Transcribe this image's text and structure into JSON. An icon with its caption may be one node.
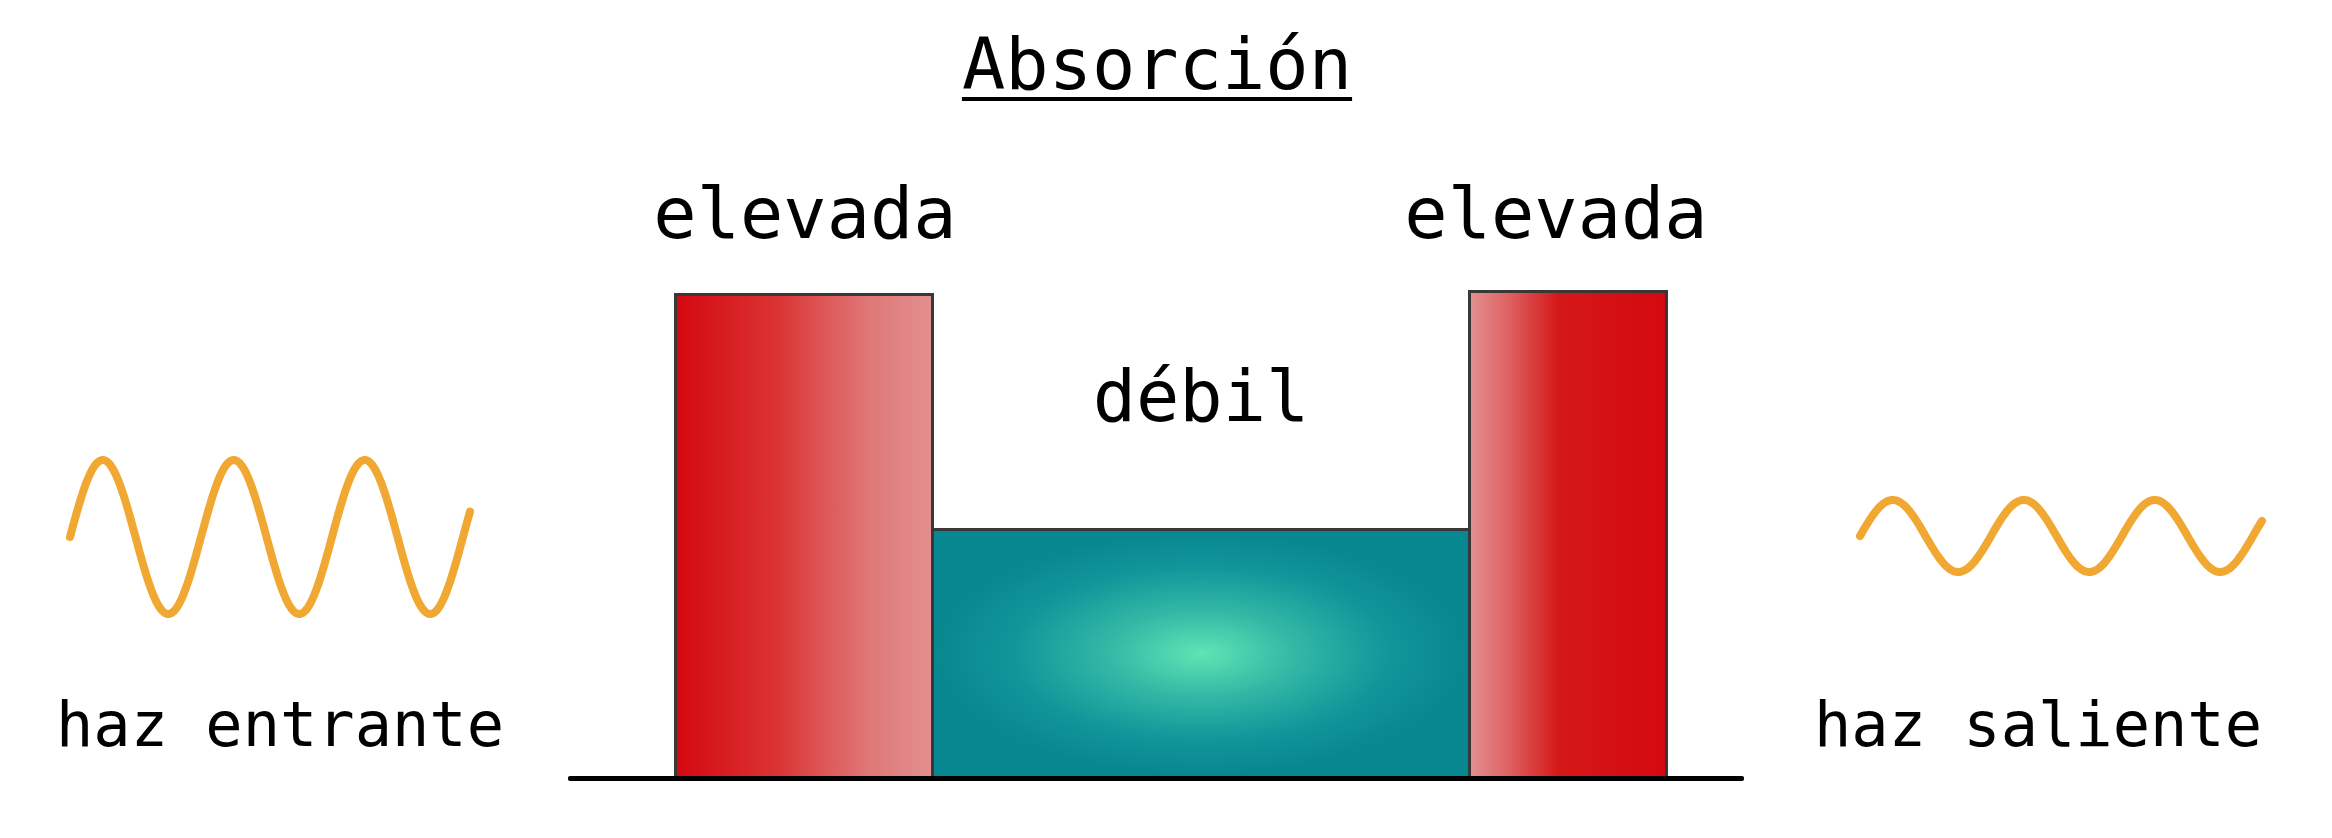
{
  "diagram": {
    "title": "Absorción",
    "nodes": [
      {
        "text": [
          "elevada"
        ]
      },
      {
        "text": [
          "débil"
        ]
      },
      {
        "text": [
          "elevada"
        ]
      }
    ],
    "labels": [
      "haz entrante",
      "haz saliente"
    ]
  }
}
